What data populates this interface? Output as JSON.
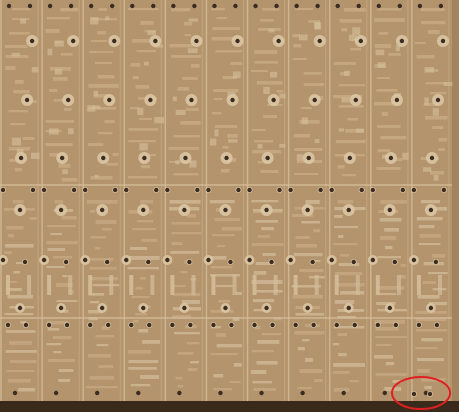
{
  "photo": {
    "subject": "pcb-panel",
    "colors": {
      "substrate": "#b3946d",
      "substrate_dark": "#a2845e",
      "trace": "#c9ad86",
      "trace_light": "#d6bf9c",
      "pad_ring": "#ddc8a6",
      "hole": "#3a2c20",
      "bottom_edge": "#3a2a1c",
      "highlight_marker": "#e02020"
    },
    "panel": {
      "columns": 11,
      "rows_of_boards": 1
    },
    "annotation": {
      "shape": "ellipse",
      "marks": "two-holes-bottom-right"
    }
  }
}
